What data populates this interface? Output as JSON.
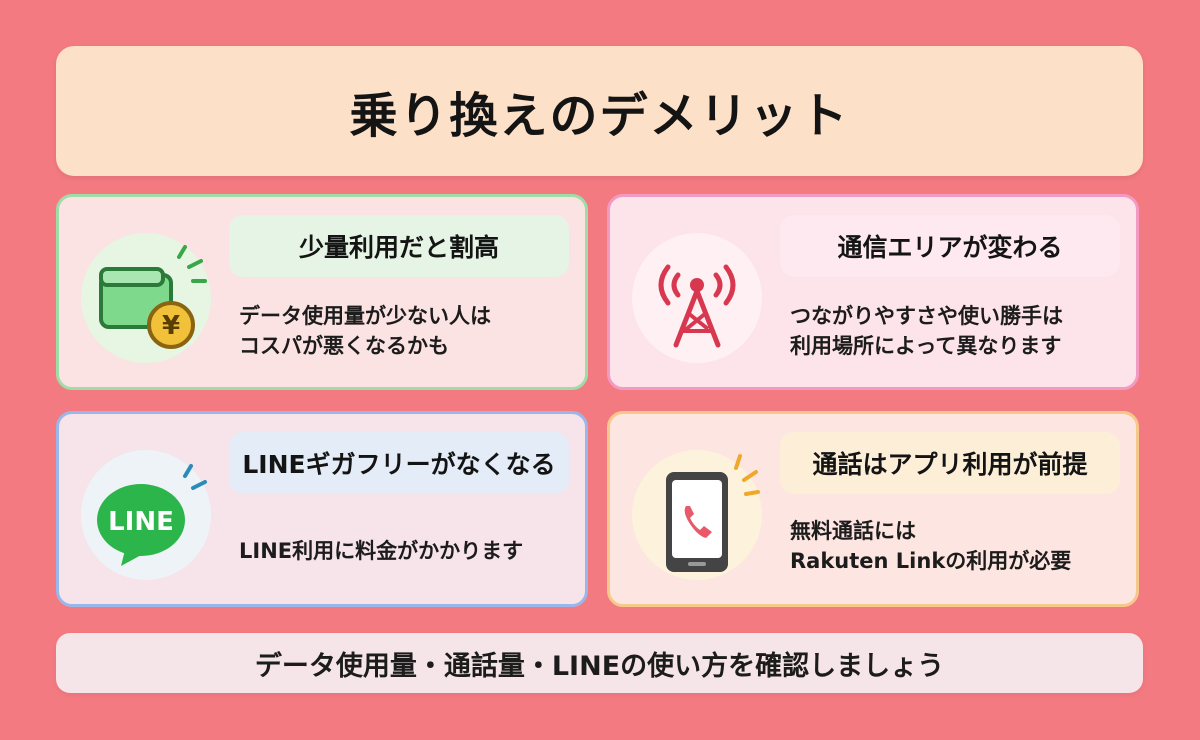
{
  "title": "乗り換えのデメリット",
  "cards": [
    {
      "heading": "少量利用だと割高",
      "description": "データ使用量が少ない人は\nコスパが悪くなるかも",
      "icon": "wallet-yen-icon",
      "accent": "#9fdca8"
    },
    {
      "heading": "通信エリアが変わる",
      "description": "つながりやすさや使い勝手は\n利用場所によって異なります",
      "icon": "antenna-tower-icon",
      "accent": "#f39ac3"
    },
    {
      "heading": "LINEギガフリーがなくなる",
      "description": "LINE利用に料金がかかります",
      "icon": "line-app-icon",
      "icon_label": "LINE",
      "accent": "#9ab7ea"
    },
    {
      "heading": "通話はアプリ利用が前提",
      "description": "無料通話には\nRakuten Linkの利用が必要",
      "icon": "smartphone-call-icon",
      "accent": "#f6c98a"
    }
  ],
  "footer": "データ使用量・通話量・LINEの使い方を確認しましょう",
  "colors": {
    "background": "#f47a82",
    "title_banner": "#fde0c8",
    "line_green": "#2cb54a",
    "antenna_red": "#d8384f",
    "wallet_green": "#6fcf7e",
    "coin_gold": "#f2c13a"
  }
}
